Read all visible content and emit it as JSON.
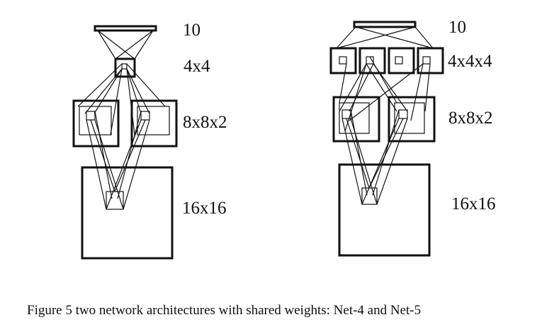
{
  "net4": {
    "labels": [
      "10",
      "4x4",
      "8x8x2",
      "16x16"
    ]
  },
  "net5": {
    "labels": [
      "10",
      "4x4x4",
      "8x8x2",
      "16x16"
    ]
  },
  "caption": "Figure 5  two network architectures with shared weights: Net-4 and Net-5"
}
